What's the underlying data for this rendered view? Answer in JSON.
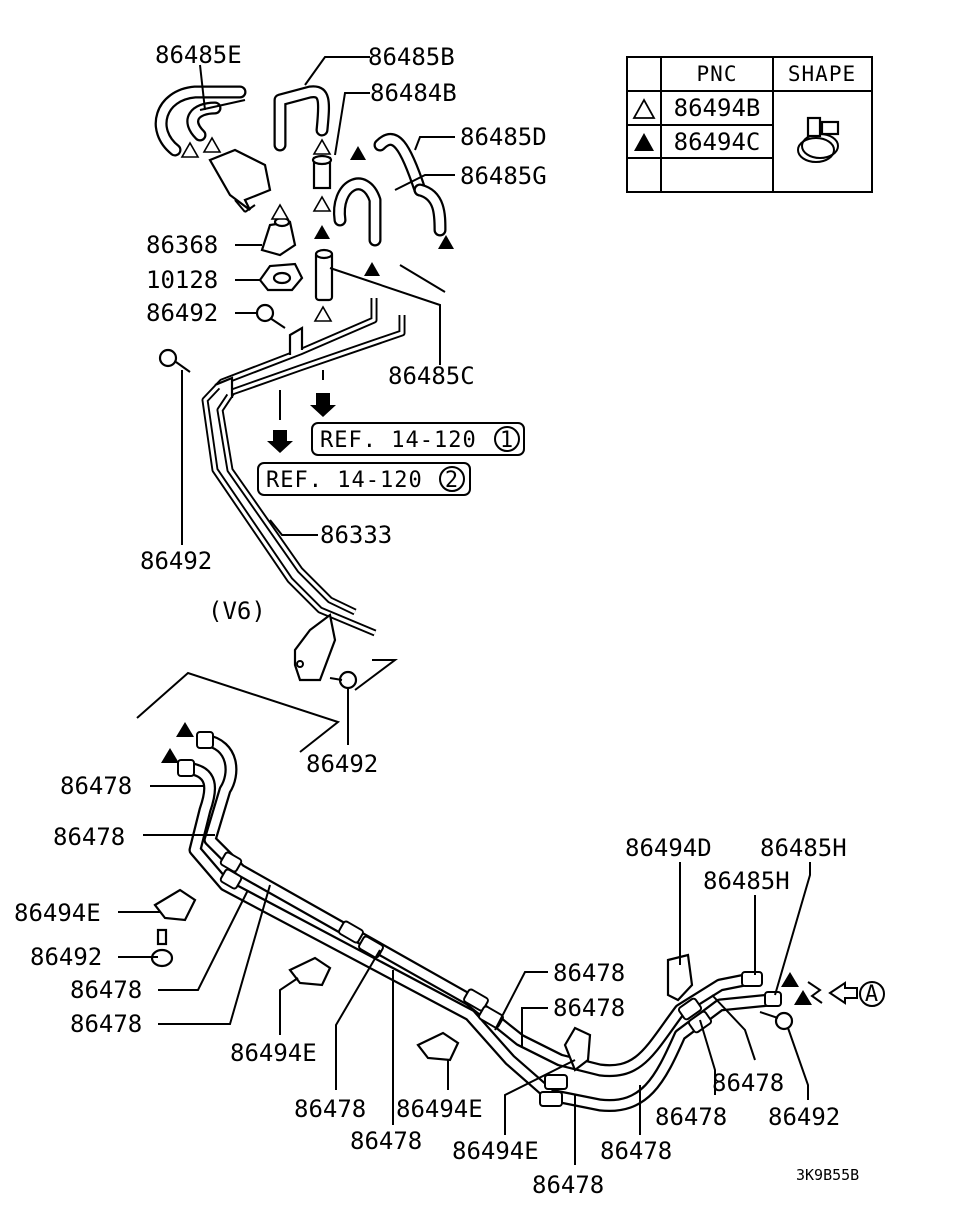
{
  "diagram_code": "3K9B55B",
  "variant_note": "(V6)",
  "table": {
    "header_pnc": "PNC",
    "header_shape": "SHAPE",
    "rows": [
      {
        "symbol": "open-triangle",
        "pnc": "86494B"
      },
      {
        "symbol": "filled-triangle",
        "pnc": "86494C"
      }
    ]
  },
  "references": [
    {
      "text": "REF. 14-120",
      "circle": "1"
    },
    {
      "text": "REF. 14-120",
      "circle": "2"
    }
  ],
  "view_marker": "A",
  "labels": {
    "l01": "86485E",
    "l02": "86485B",
    "l03": "86484B",
    "l04": "86485D",
    "l05": "86485G",
    "l06": "86368",
    "l07": "10128",
    "l08": "86492",
    "l09": "86485C",
    "l10": "86333",
    "l11": "86492",
    "l12": "86492",
    "l13": "86478",
    "l14": "86478",
    "l15": "86494E",
    "l16": "86492",
    "l17": "86478",
    "l18": "86478",
    "l19": "86494E",
    "l20": "86478",
    "l21": "86478",
    "l22": "86494E",
    "l23": "86494E",
    "l24": "86478",
    "l25": "86478",
    "l26": "86478",
    "l27": "86478",
    "l28": "86494D",
    "l29": "86485H",
    "l30": "86485H",
    "l31": "86478",
    "l32": "86478",
    "l33": "86492"
  }
}
